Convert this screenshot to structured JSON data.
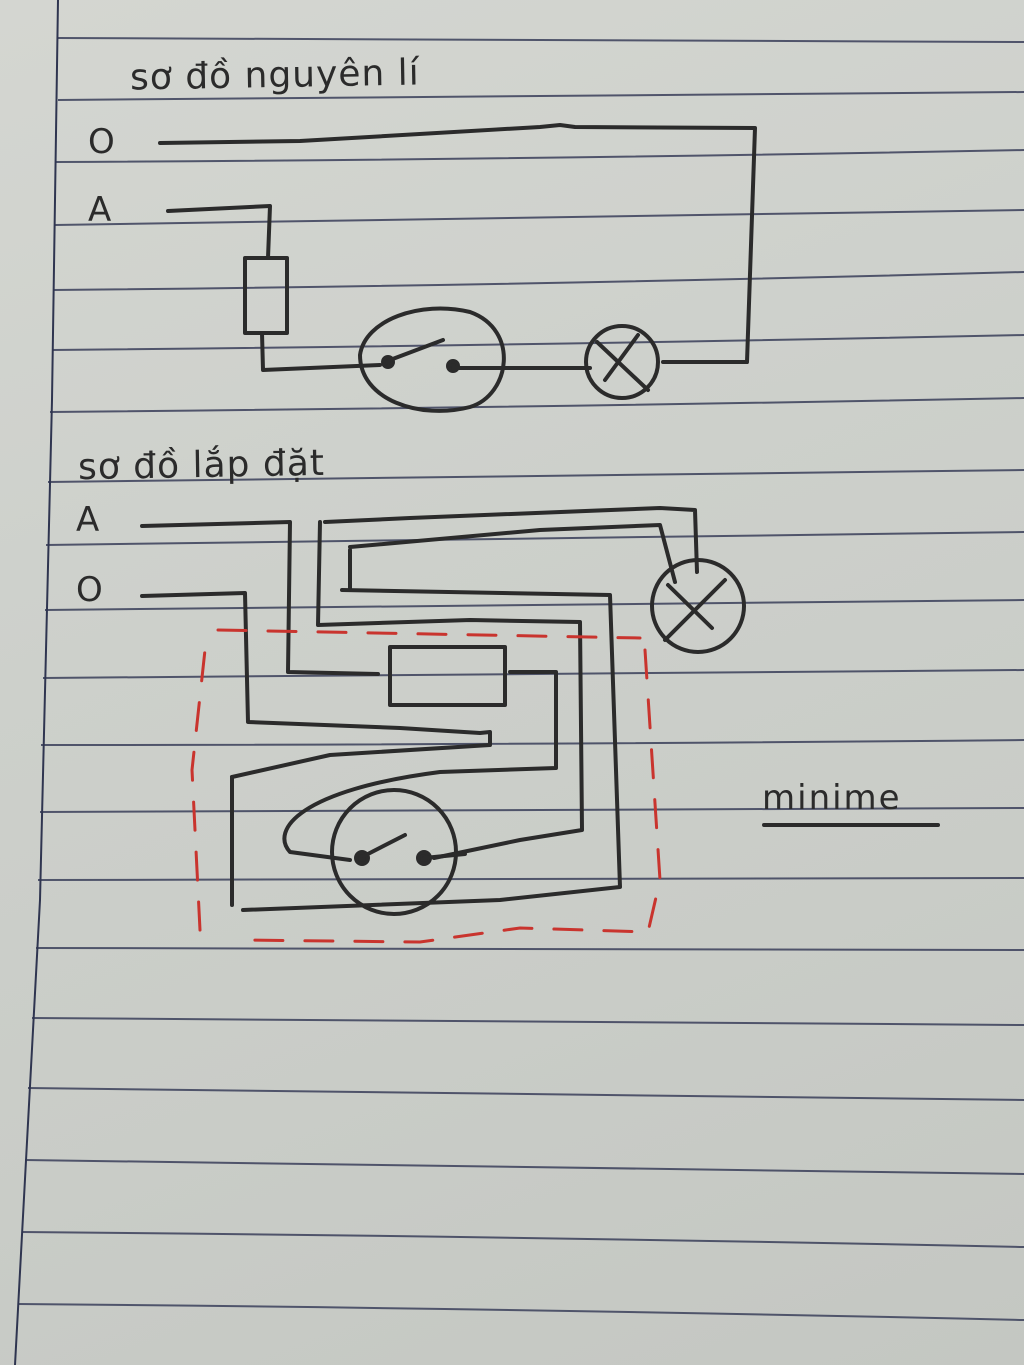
{
  "paper": {
    "background": "#cdd0cb",
    "rule_color": "#2f3550",
    "ink_color": "#2b2b2b",
    "red_ink_color": "#c9342e"
  },
  "principle_diagram": {
    "title": "sơ đồ nguyên lí",
    "terminal_o": "O",
    "terminal_a": "A",
    "components": [
      "fuse",
      "switch",
      "lamp"
    ]
  },
  "installation_diagram": {
    "title": "sơ đồ lắp đặt",
    "terminal_a": "A",
    "terminal_o": "O",
    "components": [
      "fuse",
      "switch",
      "lamp"
    ],
    "board_outline": "dashed red"
  },
  "side_note": {
    "text": "minime"
  }
}
